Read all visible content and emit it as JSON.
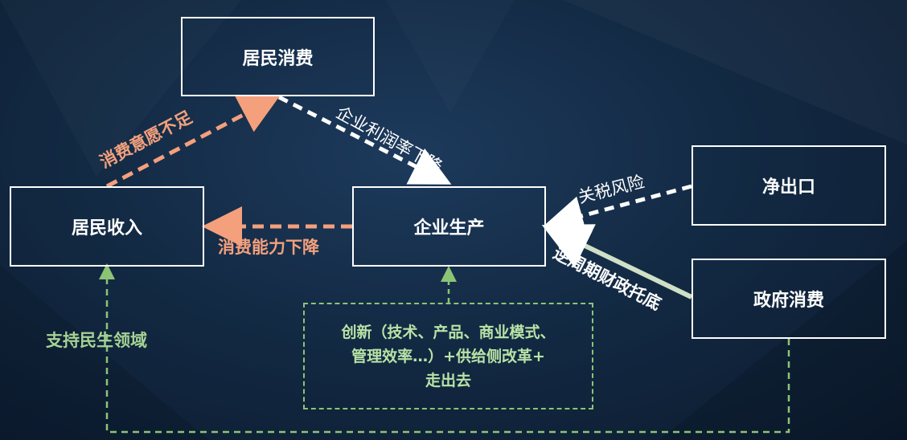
{
  "nodes": {
    "household_consumption": "居民消费",
    "household_income": "居民收入",
    "enterprise_production": "企业生产",
    "net_exports": "净出口",
    "government_consumption": "政府消费"
  },
  "edges": {
    "weak_consumption_willingness": "消费意愿不足",
    "profit_margin_decline": "企业利润率下降",
    "consumption_capacity_decline": "消费能力下降",
    "tariff_risk": "关税风险",
    "countercyclical_fiscal_support": "逆周期财政托底",
    "support_livelihood": "支持民生领域"
  },
  "innovation_box": {
    "line1": "创新（技术、产品、商业模式、",
    "line2": "管理效率…）+供给侧改革+",
    "line3": "走出去"
  },
  "colors": {
    "background": "#132a44",
    "node_border": "#ffffff",
    "orange": "#f4a07c",
    "green": "#8cc476",
    "white": "#ffffff"
  }
}
